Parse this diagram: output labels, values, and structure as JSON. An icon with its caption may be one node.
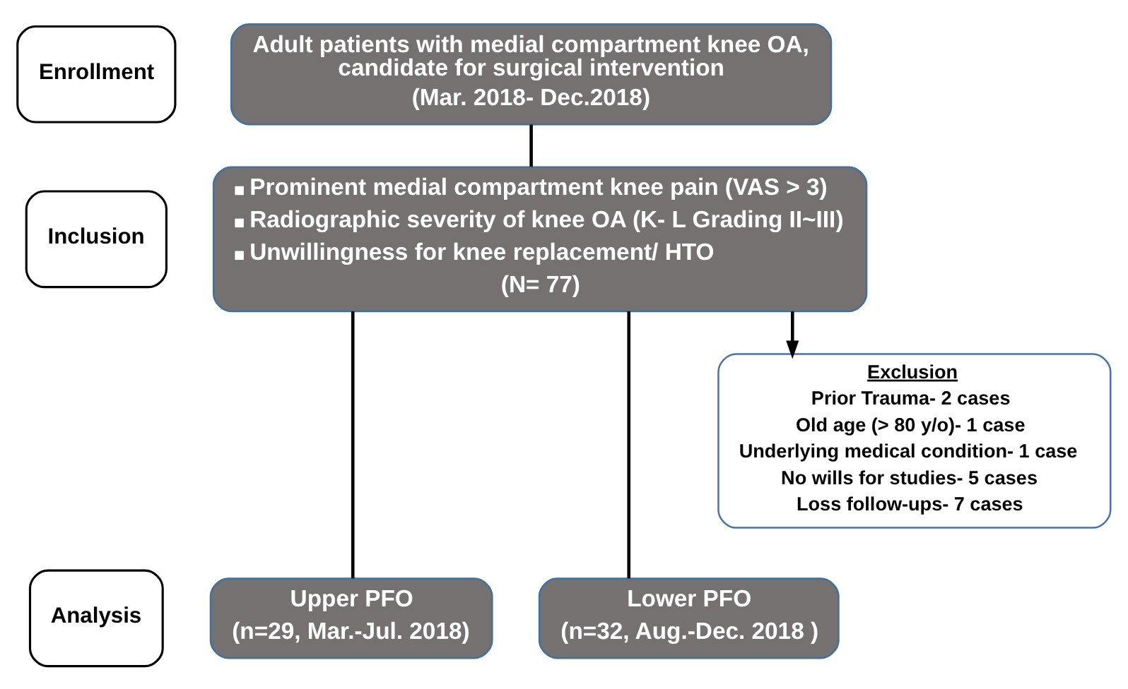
{
  "diagram": {
    "nodes": [
      {
        "text": [
          "Enrollment"
        ]
      },
      {
        "text": [
          "Inclusion"
        ]
      },
      {
        "text": [
          "Analysis"
        ]
      },
      {
        "text": [
          "Adult patients with medial compartment knee OA, candidate for surgical intervention",
          "(Mar. 2018- Dec.2018)"
        ]
      },
      {
        "text": [
          "Prominent medial compartment knee pain (VAS > 3)",
          "Radiographic severity of knee OA (K- L Grading II~III)",
          "Unwillingness for knee replacement/ HTO",
          "(N= 77)"
        ]
      },
      {
        "text": [
          "Exclusion",
          "Prior Trauma- 2 cases",
          "Old age (> 80 y/o)- 1 case",
          "Underlying medical condition- 1 case",
          "No wills for studies- 5 cases",
          "Loss follow-ups- 7 cases"
        ]
      },
      {
        "text": [
          "Upper PFO",
          "(n=29, Mar.-Jul. 2018)"
        ]
      },
      {
        "text": [
          "Lower PFO",
          "(n=32, Aug.-Dec. 2018 )"
        ]
      }
    ],
    "edges": [
      {
        "from": 3,
        "to": 4,
        "arrow": "none"
      },
      {
        "from": 4,
        "to": 5,
        "arrow": "to"
      },
      {
        "from": 4,
        "to": 6,
        "arrow": "none"
      },
      {
        "from": 4,
        "to": 7,
        "arrow": "none"
      }
    ]
  }
}
